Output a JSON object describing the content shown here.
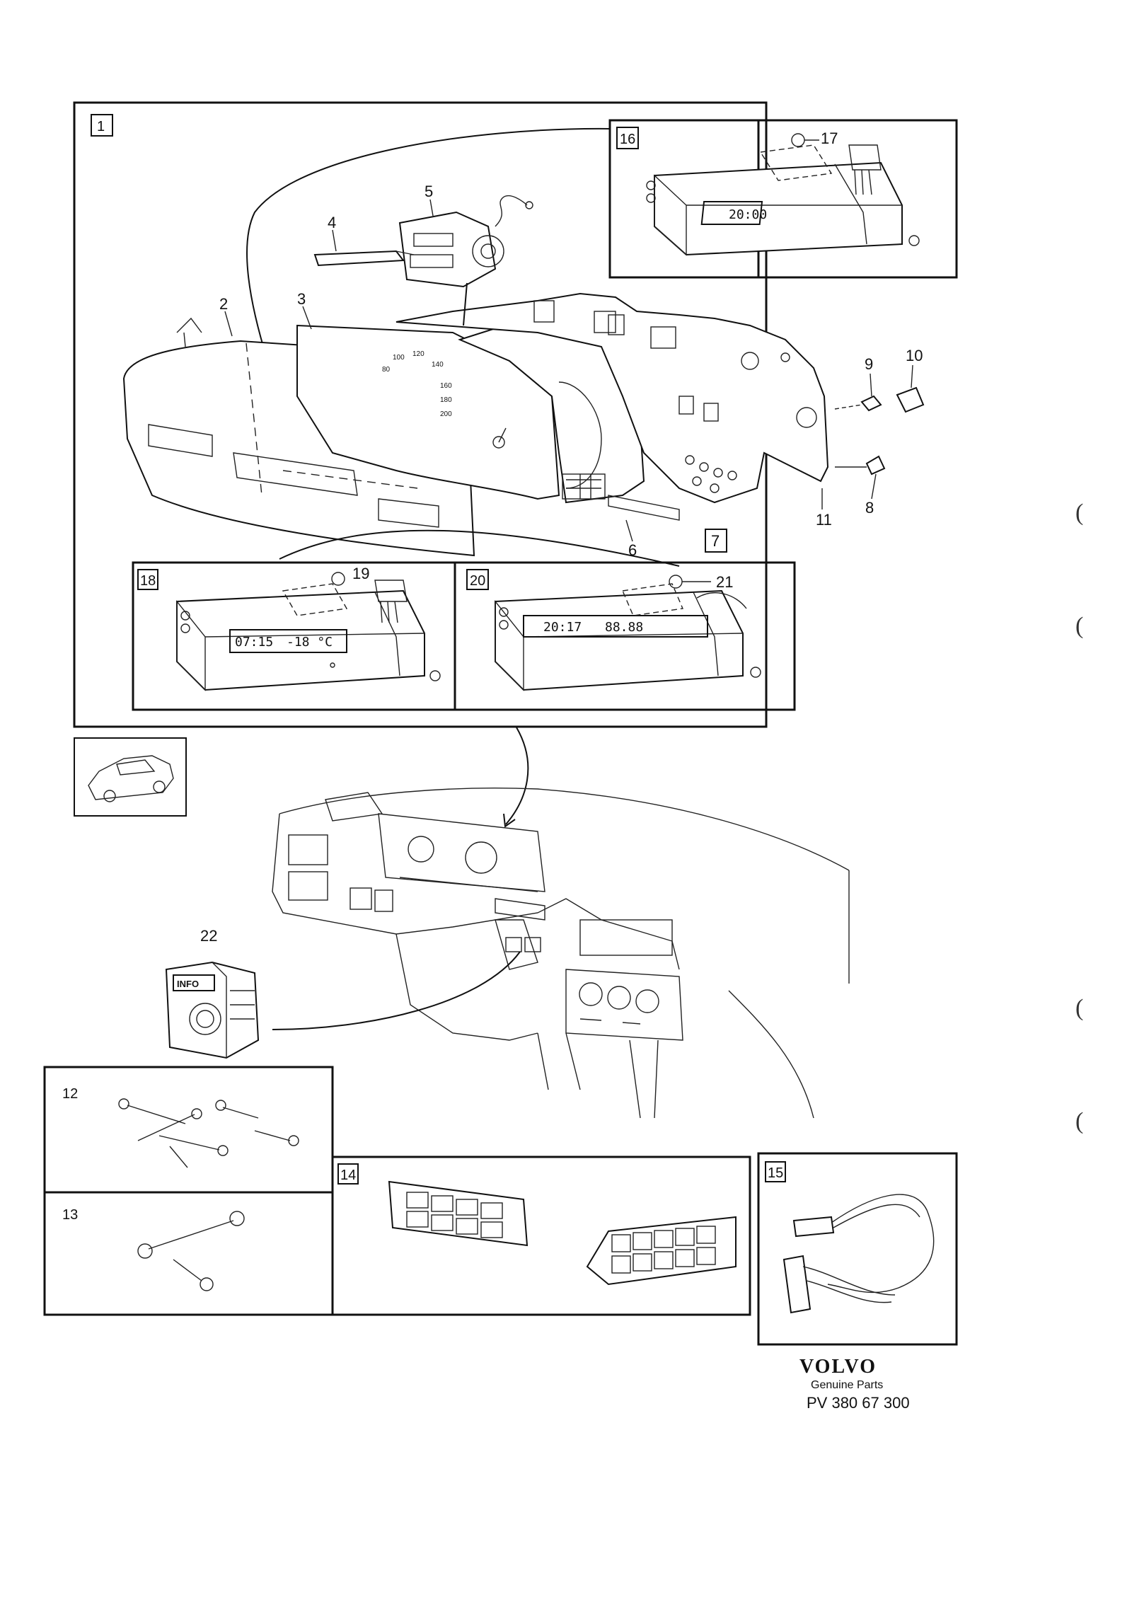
{
  "frames": {
    "main": {
      "label": "1"
    },
    "clock_module": {
      "label": "16",
      "display": "20:00"
    },
    "clock_temp_module": {
      "label": "18",
      "display_time": "07:15",
      "display_temp": "-18 °C"
    },
    "trip_module": {
      "label": "20",
      "display_time": "20:17",
      "display_value": "88.88"
    },
    "screws": {
      "label": "12"
    },
    "strap_screw": {
      "label": "13"
    },
    "symbol_panels": {
      "label": "14"
    },
    "harness": {
      "label": "15"
    }
  },
  "callouts": [
    "2",
    "3",
    "4",
    "5",
    "6",
    "7",
    "8",
    "9",
    "10",
    "11",
    "17",
    "19",
    "21",
    "22"
  ],
  "speedometer_scale": [
    "80",
    "100",
    "120",
    "140",
    "160",
    "180",
    "200"
  ],
  "info_switch": {
    "label": "INFO"
  },
  "footer": {
    "brand": "VOLVO",
    "subtitle": "Genuine Parts",
    "part_number": "PV 380 67 300"
  },
  "colors": {
    "ink": "#111111",
    "paper": "#ffffff"
  }
}
